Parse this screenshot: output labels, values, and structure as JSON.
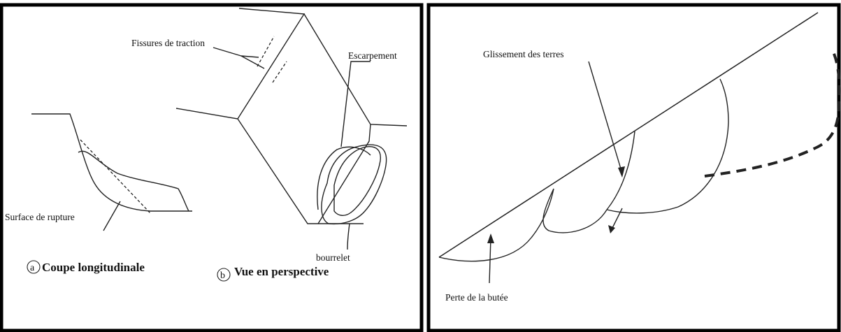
{
  "left_panel": {
    "labels": {
      "tension_cracks": "Fissures de traction",
      "scarp": "Escarpement",
      "rupture_surface": "Surface de rupture",
      "bulge": "bourrelet"
    },
    "captions": {
      "a_letter": "a",
      "a_text": "Coupe longitudinale",
      "b_letter": "b",
      "b_text": "Vue en perspective"
    }
  },
  "right_panel": {
    "labels": {
      "land_slide": "Glissement des terres",
      "loss_of_abutment": "Perte de la butée"
    }
  },
  "colors": {
    "frame": "#000000",
    "line": "#222222",
    "background": "#ffffff"
  }
}
